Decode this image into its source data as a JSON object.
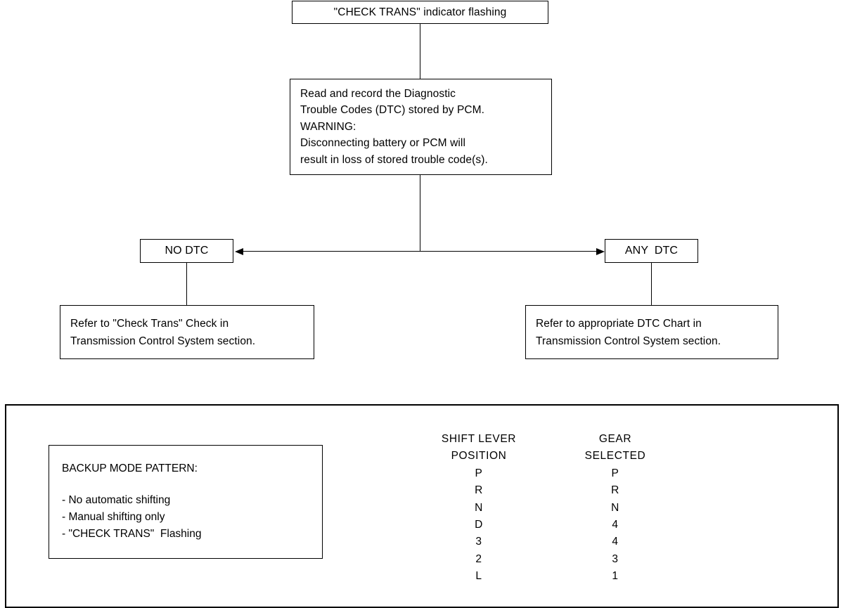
{
  "diagram": {
    "title_box": {
      "text": "\"CHECK TRANS\" indicator flashing"
    },
    "read_box": {
      "lines": [
        "Read and record the Diagnostic",
        "Trouble Codes (DTC) stored by PCM.",
        "WARNING:",
        "Disconnecting battery or PCM will",
        "result in loss of stored trouble code(s)."
      ]
    },
    "branch_left": {
      "label": "NO DTC"
    },
    "branch_right": {
      "label": "ANY  DTC"
    },
    "action_left": {
      "lines": [
        "Refer to \"Check Trans\" Check in",
        "Transmission Control System section."
      ]
    },
    "action_right": {
      "lines": [
        "Refer to appropriate DTC Chart in",
        "Transmission Control System section."
      ]
    }
  },
  "panel": {
    "backup_box": {
      "heading": "BACKUP MODE PATTERN:",
      "bullets": [
        "- No automatic shifting",
        "- Manual shifting only",
        "- \"CHECK TRANS\"  Flashing"
      ]
    },
    "shift_table": {
      "col1_header_line1": "SHIFT LEVER",
      "col1_header_line2": "POSITION",
      "col2_header_line1": "GEAR",
      "col2_header_line2": "SELECTED",
      "rows": [
        {
          "position": "P",
          "gear": "P"
        },
        {
          "position": "R",
          "gear": "R"
        },
        {
          "position": "N",
          "gear": "N"
        },
        {
          "position": "D",
          "gear": "4"
        },
        {
          "position": "3",
          "gear": "4"
        },
        {
          "position": "2",
          "gear": "3"
        },
        {
          "position": "L",
          "gear": "1"
        }
      ]
    }
  },
  "colors": {
    "stroke": "#000000",
    "background": "#ffffff"
  }
}
